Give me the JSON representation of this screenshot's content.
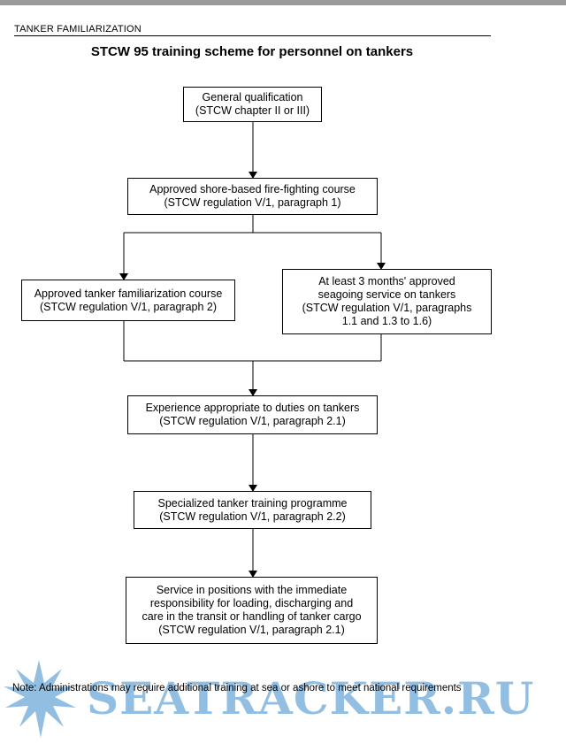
{
  "header": {
    "label": "TANKER FAMILIARIZATION"
  },
  "title": "STCW 95 training scheme for personnel on tankers",
  "boxes": {
    "general": "General qualification\n(STCW chapter II or III)",
    "firefighting": "Approved shore-based fire-fighting course\n(STCW regulation V/1, paragraph 1)",
    "familiarization": "Approved tanker familiarization course\n(STCW regulation V/1, paragraph 2)",
    "seagoing": "At least 3 months' approved\nseagoing service on tankers\n(STCW regulation V/1, paragraphs\n1.1 and 1.3 to 1.6)",
    "experience": "Experience appropriate to duties on tankers\n(STCW regulation V/1, paragraph 2.1)",
    "specialized": "Specialized tanker training programme\n(STCW regulation V/1, paragraph 2.2)",
    "service": "Service in positions with the immediate\nresponsibility for loading, discharging and\ncare in the transit or handling of tanker cargo\n(STCW regulation V/1, paragraph 2.1)"
  },
  "note": "Note: Administrations may require additional training at sea or ashore to meet national requirements",
  "watermark": {
    "text": "SEATRACKER.RU",
    "color": "#7fb3dd"
  }
}
